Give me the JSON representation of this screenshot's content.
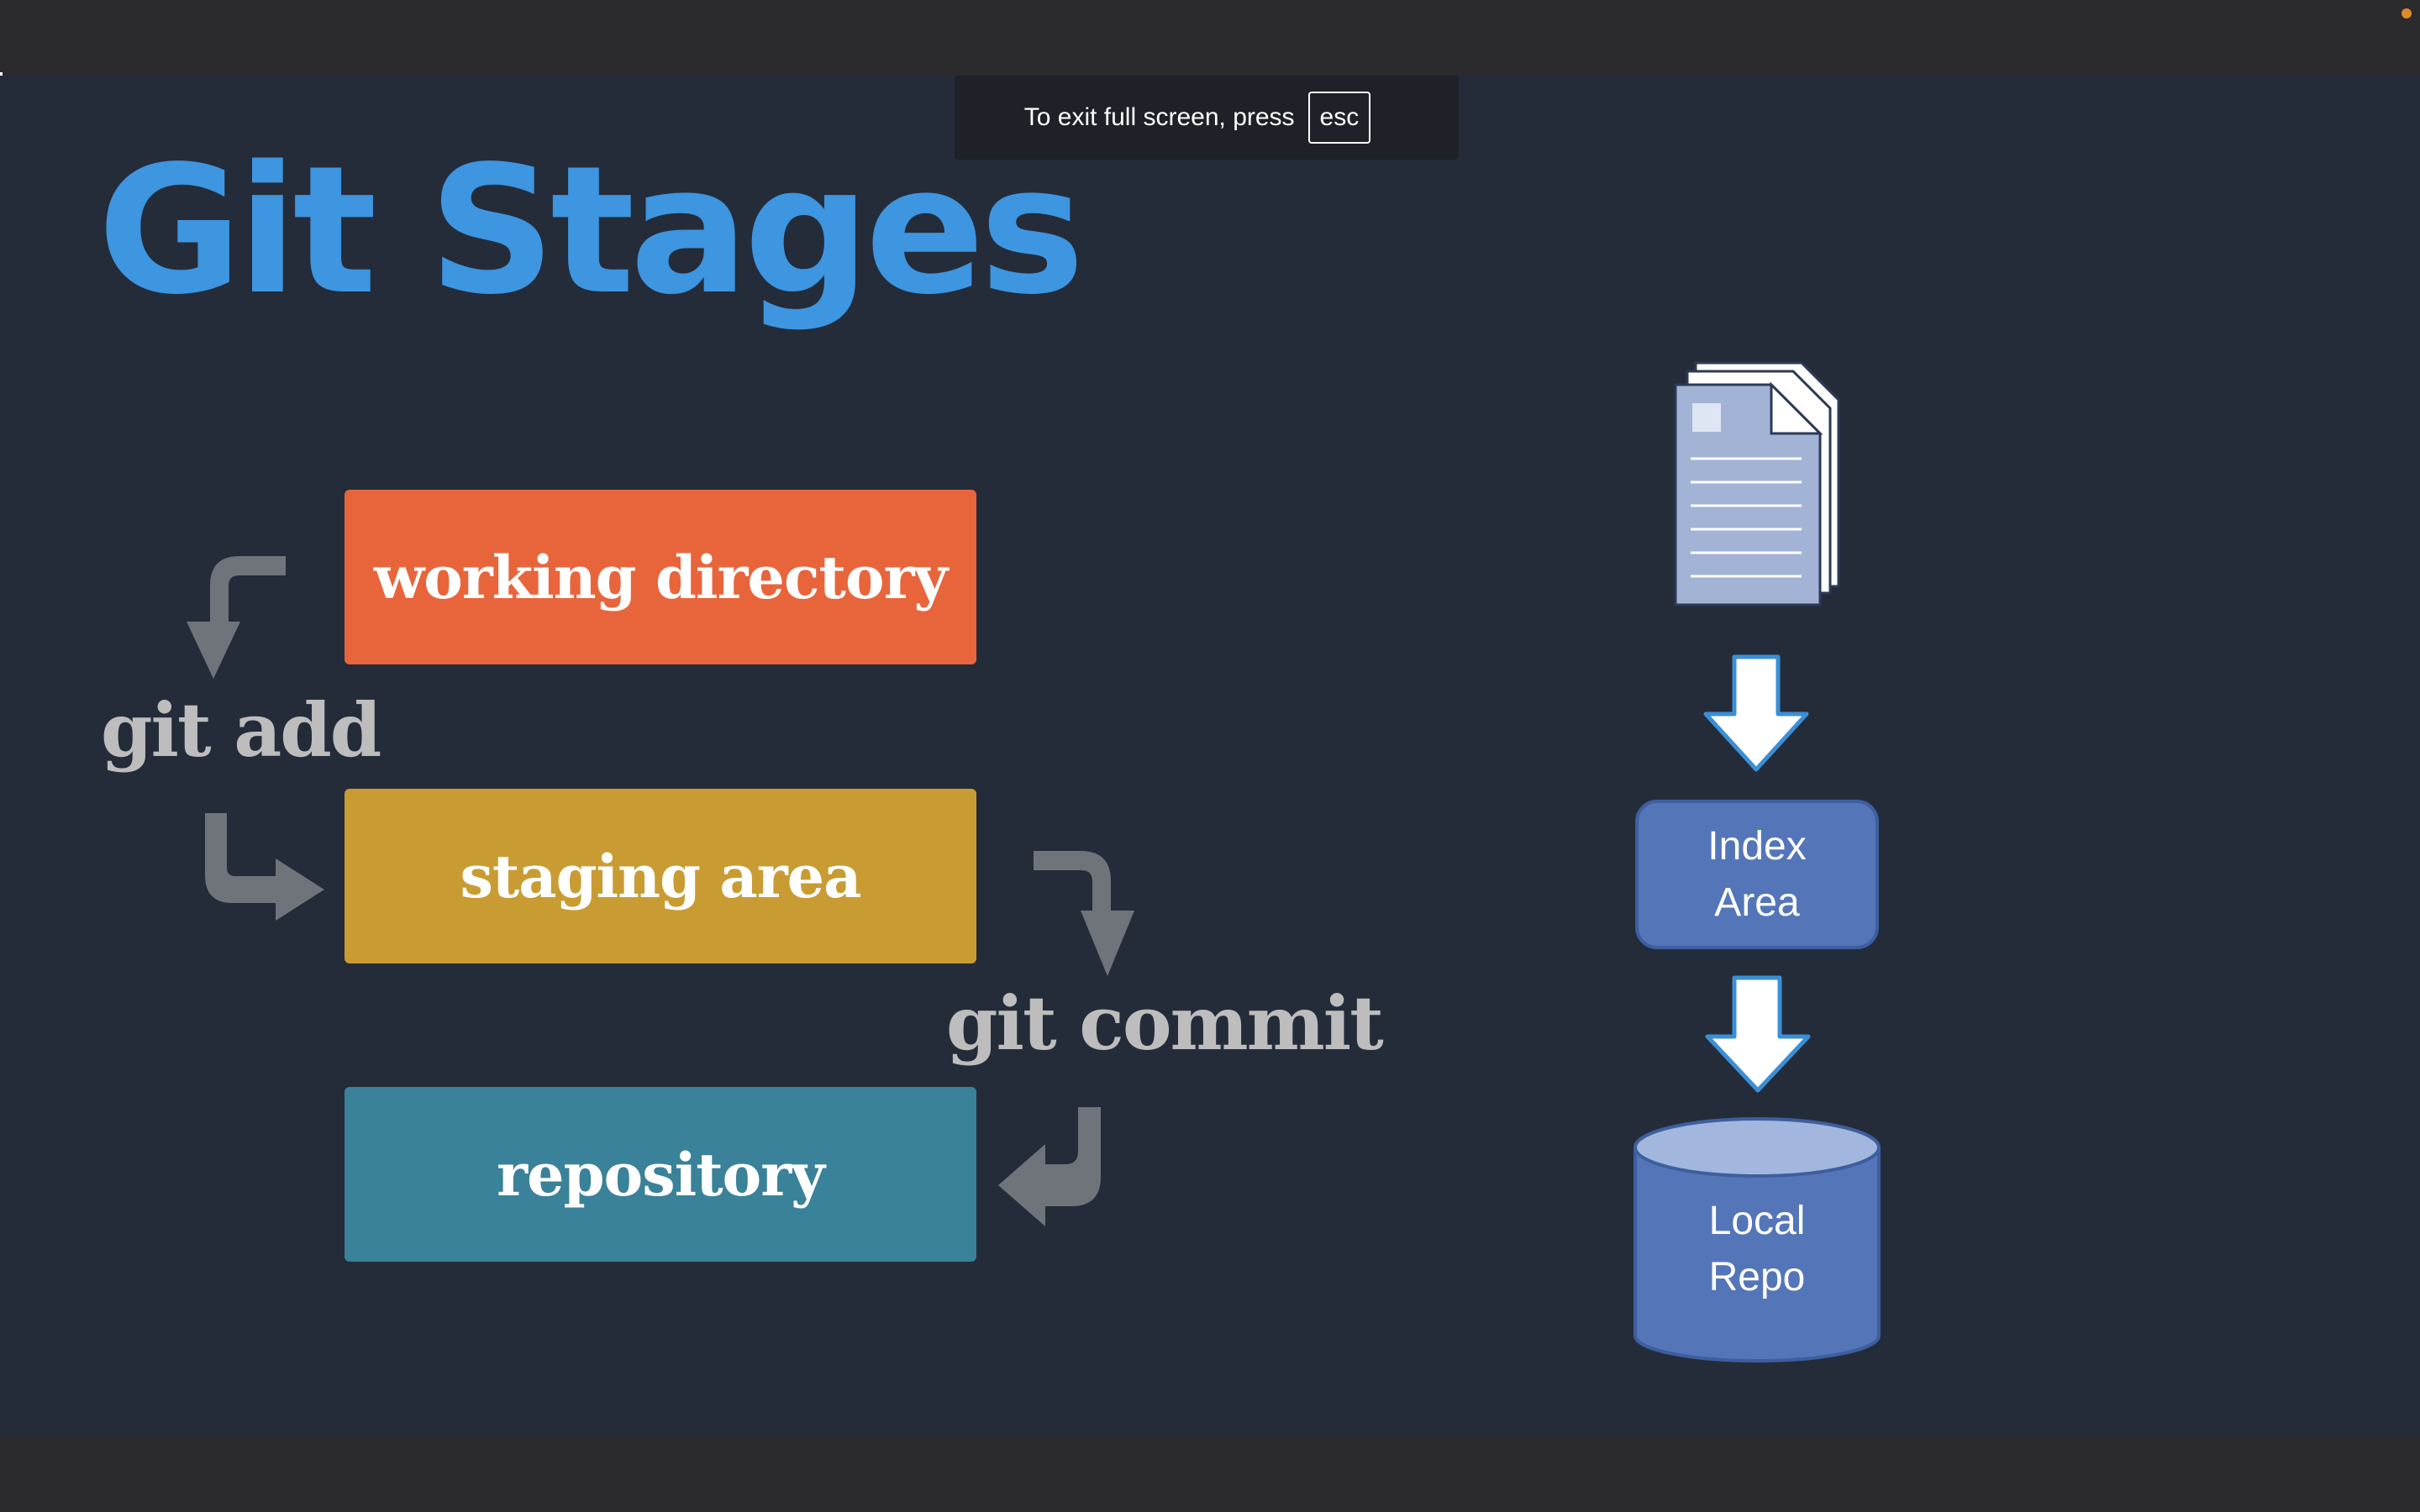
{
  "fullscreen_notice": {
    "message": "To exit full screen, press",
    "key": "esc"
  },
  "slide": {
    "title": "Git Stages",
    "stages": [
      {
        "label": "working directory",
        "color": "#e8653c"
      },
      {
        "label": "staging area",
        "color": "#c99c33"
      },
      {
        "label": "repository",
        "color": "#3a8299"
      }
    ],
    "commands": {
      "add": "git add",
      "commit": "git commit"
    },
    "diagram": {
      "index_box": {
        "line1": "Index",
        "line2": "Area"
      },
      "repo_box": {
        "line1": "Local",
        "line2": "Repo"
      }
    }
  },
  "colors": {
    "title": "#3e95e0",
    "command_text": "#bdbdbd",
    "arrow_gray": "#6f747b",
    "diagram_blue": "#5476b9",
    "diagram_arrow_outline": "#3b8fd6"
  },
  "icons": [
    "documents-icon",
    "down-arrow-icon",
    "curved-arrow-icon",
    "cylinder-icon"
  ]
}
